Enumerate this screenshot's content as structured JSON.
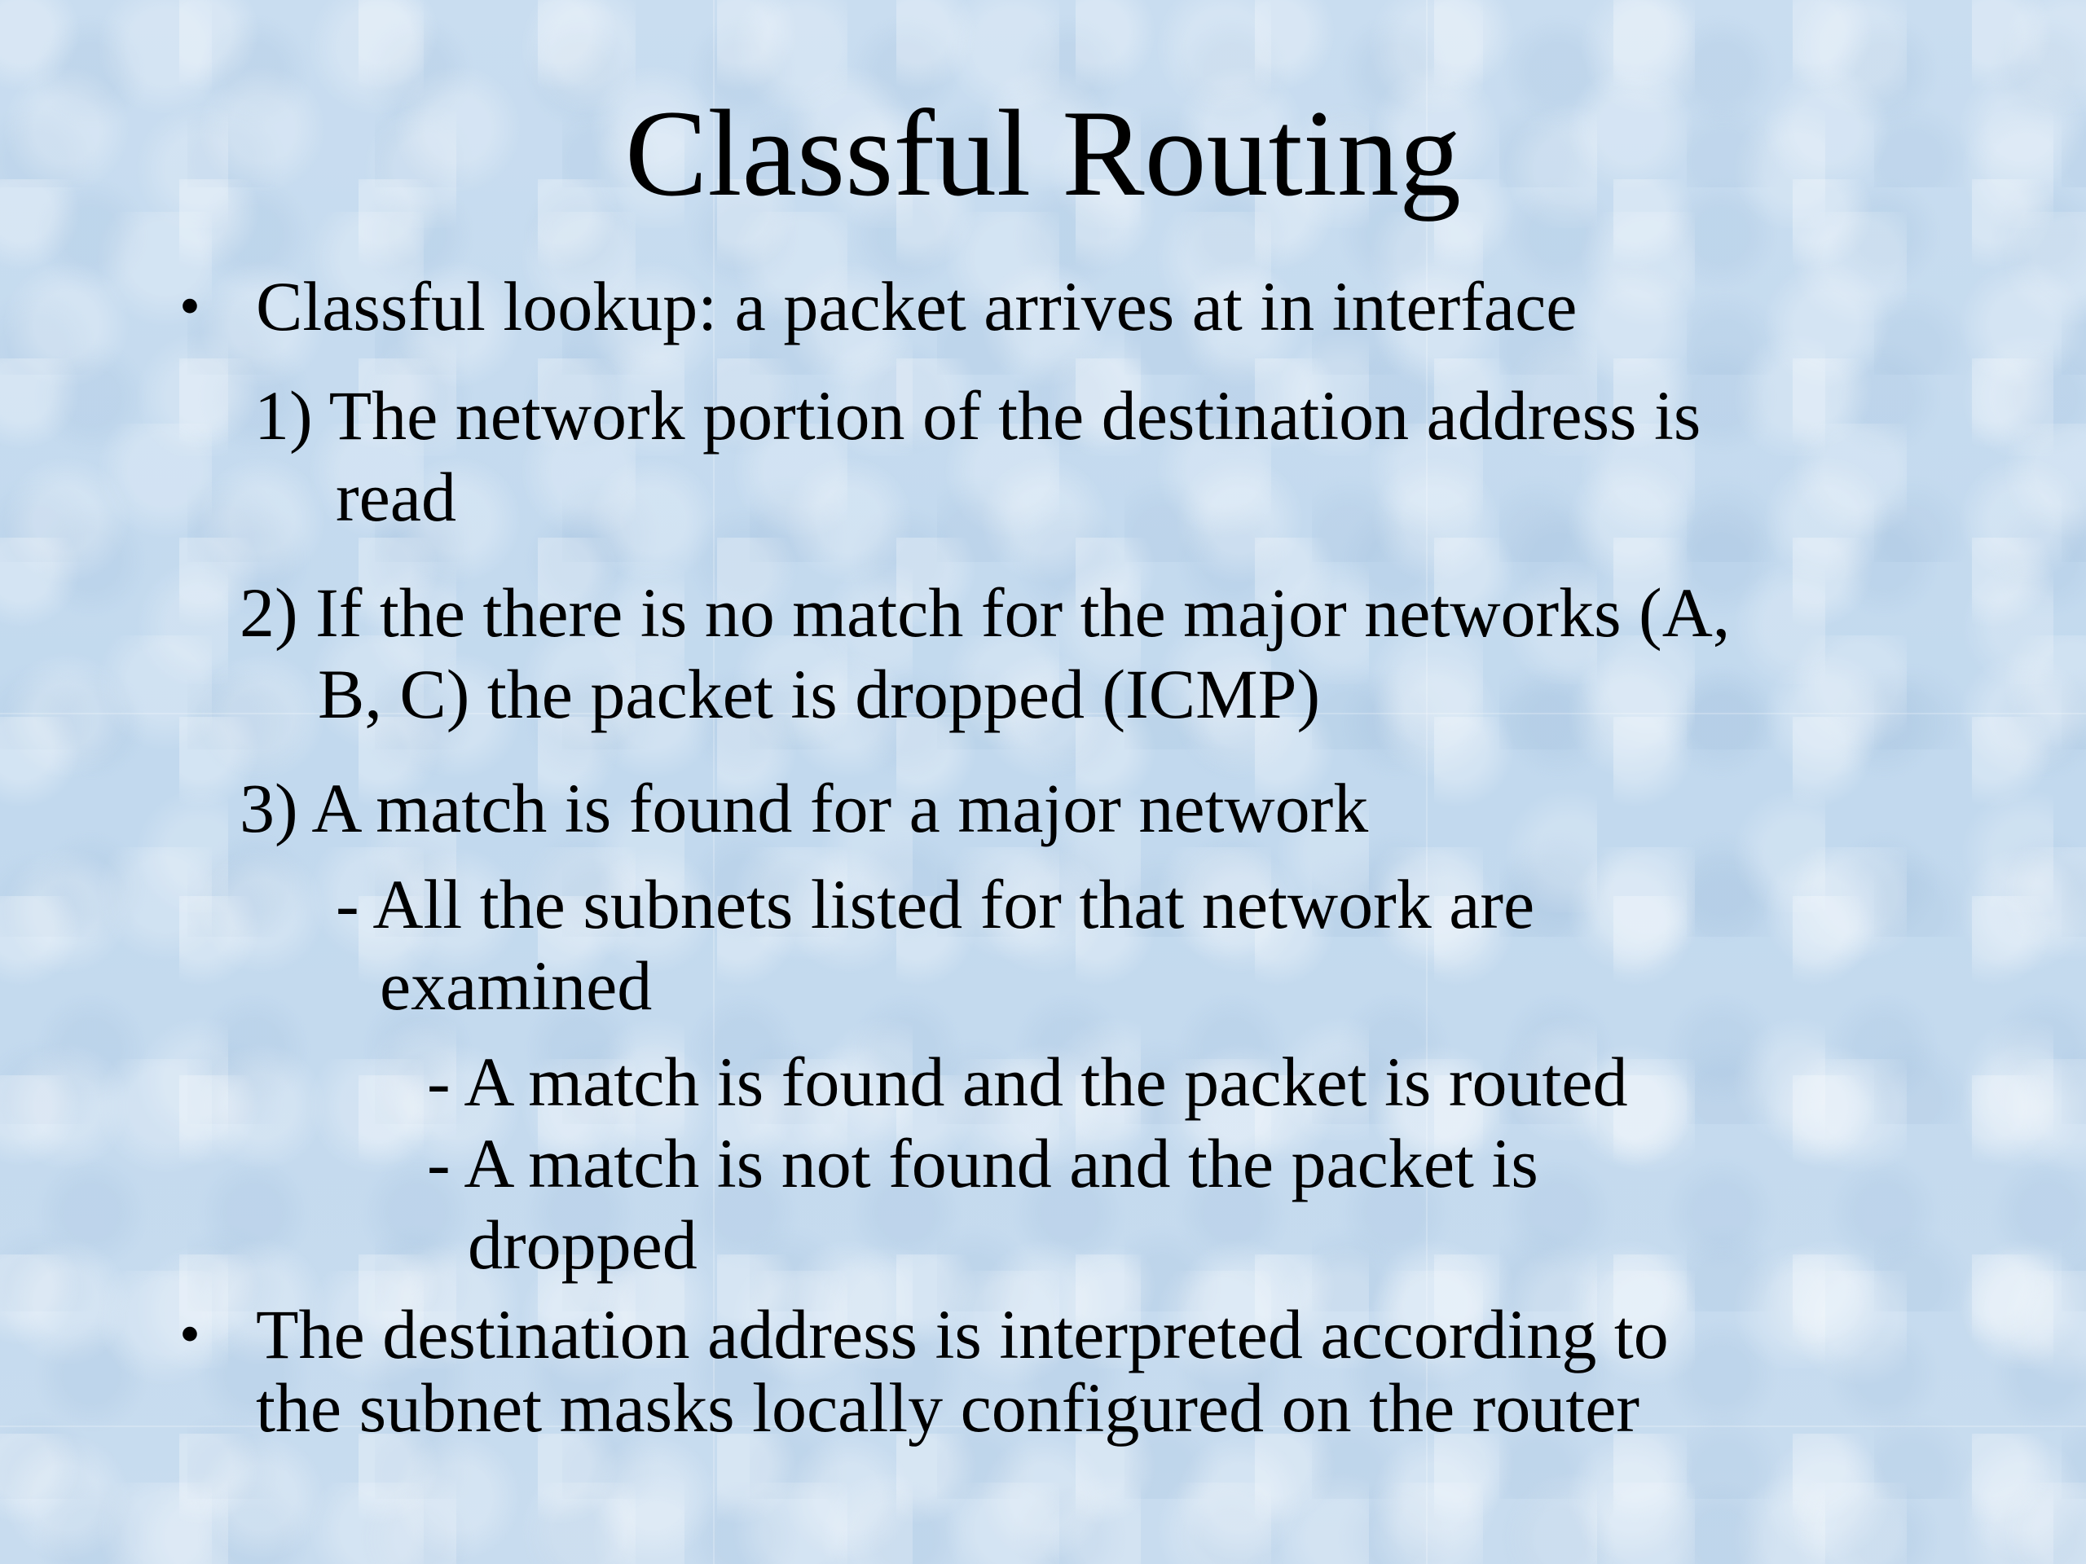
{
  "slide": {
    "title": "Classful Routing",
    "bullet_symbol": "•",
    "bullet1": "Classful lookup: a packet arrives at in interface",
    "step1_line1": "1) The network portion of the destination address is",
    "step1_line2": "read",
    "step2_line1": "2) If the there is no match for the major networks (A,",
    "step2_line2": "B, C) the packet is dropped (ICMP)",
    "step3": "3) A match is found for a major network",
    "sub1_line1": "- All the subnets listed for that network are",
    "sub1_line2": "examined",
    "sub2": "- A match is found and the packet is routed",
    "sub3_line1": "- A match is not found and the packet is",
    "sub3_line2": "dropped",
    "bullet2_line1": "The destination address is interpreted according to",
    "bullet2_line2": "the subnet masks locally configured on the router"
  }
}
